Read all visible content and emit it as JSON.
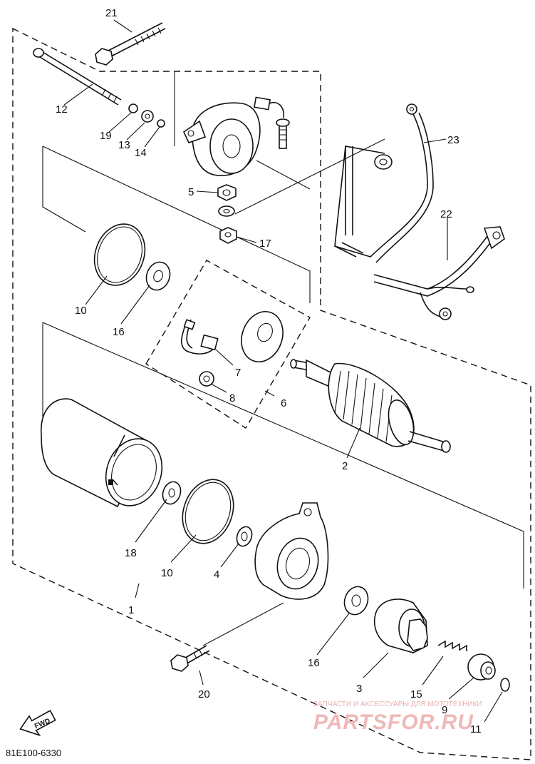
{
  "diagram": {
    "doc_code": "81E100-6330",
    "fwd_label": "FWD",
    "watermark": {
      "top": "ЗАПЧАСТИ И АКСЕССУАРЫ ДЛЯ МОТОТЕХНИКИ",
      "brand": "PARTSFOR.RU"
    },
    "callouts": {
      "c21": "21",
      "c12": "12",
      "c19": "19",
      "c13": "13",
      "c14": "14",
      "c5": "5",
      "c17": "17",
      "c23": "23",
      "c22": "22",
      "c10a": "10",
      "c16a": "16",
      "c7": "7",
      "c8": "8",
      "c6": "6",
      "c2": "2",
      "c18": "18",
      "c10b": "10",
      "c4": "4",
      "c1": "1",
      "c16b": "16",
      "c20": "20",
      "c3": "3",
      "c15": "15",
      "c9": "9",
      "c11": "11"
    }
  }
}
